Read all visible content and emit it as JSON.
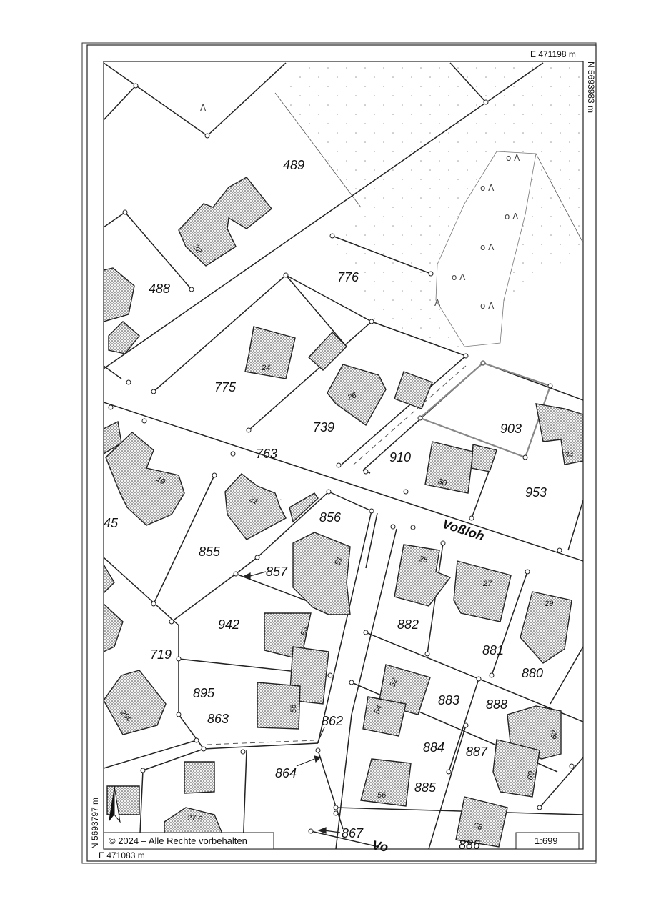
{
  "coords": {
    "top_right_e": "E 471198 m",
    "right_n": "N 5693983 m",
    "left_n": "N 5693797 m",
    "bottom_left_e": "E 471083 m"
  },
  "copyright": "© 2024 – Alle Rechte vorbehalten",
  "scale": "1:699",
  "street": "Voßloh",
  "street_partial": "Vo",
  "parcels": {
    "p489": "489",
    "p488": "488",
    "p776": "776",
    "p775": "775",
    "p739": "739",
    "p763": "763",
    "p910": "910",
    "p903": "903",
    "p953": "953",
    "p856": "856",
    "p855": "855",
    "p857": "857",
    "p942": "942",
    "p719": "719",
    "p895": "895",
    "p863": "863",
    "p862": "862",
    "p864": "864",
    "p867": "867",
    "p882": "882",
    "p881": "881",
    "p880": "880",
    "p883": "883",
    "p888": "888",
    "p884": "884",
    "p887": "887",
    "p885": "885",
    "p886": "886",
    "p45": "45"
  },
  "house_numbers": {
    "h22": "22",
    "h24": "24",
    "h26": "26",
    "h19": "19",
    "h21": "21",
    "h30": "30",
    "h34": "34",
    "h51": "51",
    "h53": "53",
    "h55": "55",
    "h25": "25",
    "h27": "27",
    "h29": "29",
    "h52": "52",
    "h54": "54",
    "h56": "56",
    "h58": "58",
    "h60": "60",
    "h62": "62",
    "h29c": "29c",
    "h27e": "27 e"
  }
}
